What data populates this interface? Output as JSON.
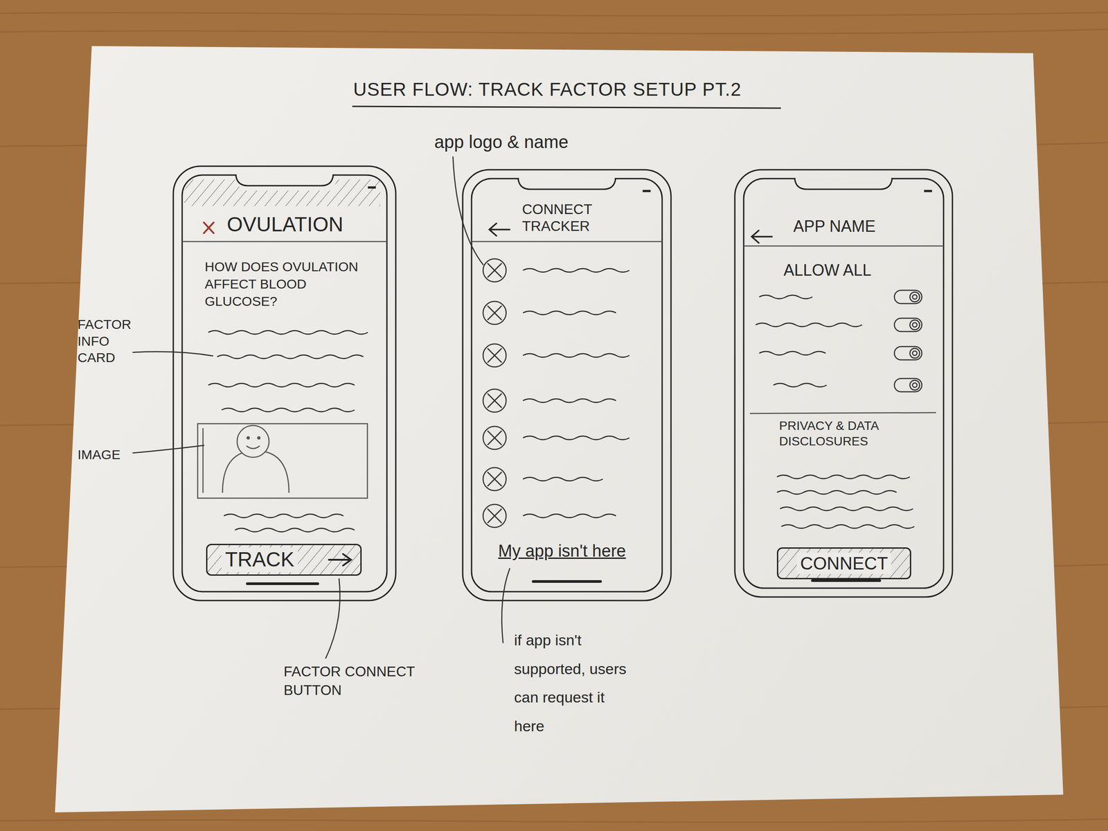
{
  "diagram": {
    "title": "USER FLOW: TRACK FACTOR SETUP PT.2",
    "nodes": [
      {
        "text": [
          "OVULATION",
          "HOW DOES OVULATION AFFECT BLOOD GLUCOSE?"
        ]
      },
      {
        "text": [
          "TRACK"
        ],
        "in": 0
      },
      {
        "text": [
          "CONNECT TRACKER",
          "My app isn't here"
        ]
      },
      {
        "text": [
          "APP NAME",
          "ALLOW ALL",
          "PRIVACY & DATA DISCLOSURES"
        ]
      },
      {
        "text": [
          "CONNECT"
        ],
        "in": 3
      }
    ],
    "labels": [
      "app logo & name",
      "FACTOR INFO CARD",
      "IMAGE",
      "FACTOR CONNECT BUTTON",
      "if app isn't supported, users can request it here"
    ]
  }
}
